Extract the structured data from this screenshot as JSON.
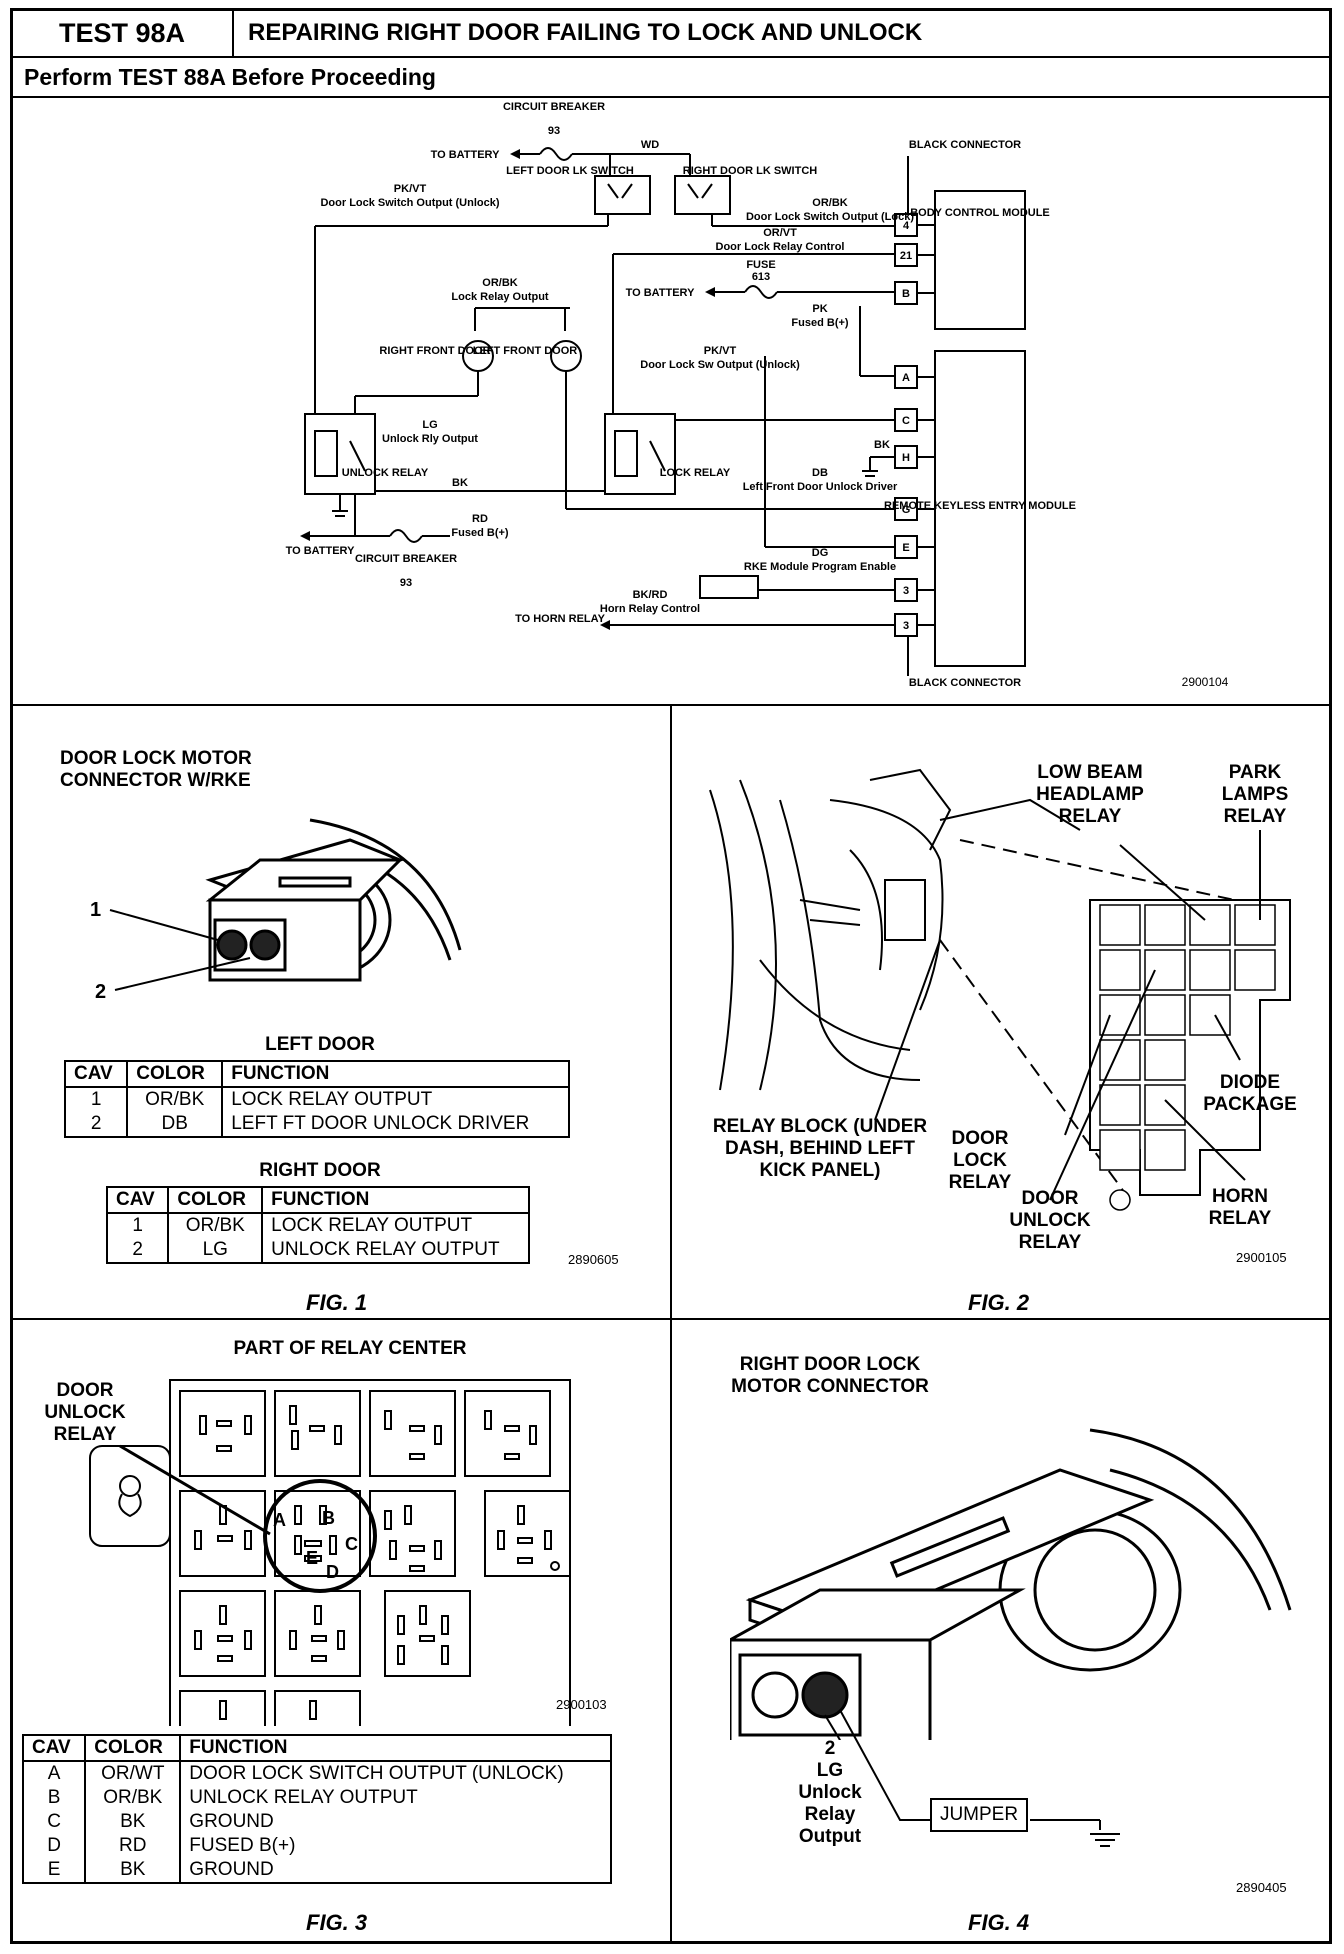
{
  "header": {
    "test_id": "TEST 98A",
    "title": "REPAIRING RIGHT DOOR FAILING TO LOCK AND UNLOCK",
    "subtitle": "Perform TEST 88A Before Proceeding"
  },
  "schematic": {
    "id": "2900104",
    "labels": {
      "cb_top": "CIRCUIT BREAKER",
      "cb_top_num": "93",
      "to_battery_1": "TO BATTERY",
      "to_battery_2": "TO BATTERY",
      "to_battery_3": "TO BATTERY",
      "wd": "WD",
      "left_door_lk_switch": "LEFT DOOR LK SWITCH",
      "right_door_lk_switch": "RIGHT DOOR LK SWITCH",
      "black_connector_top": "BLACK CONNECTOR",
      "black_connector_bottom": "BLACK CONNECTOR",
      "pkvt_color_1": "PK/VT",
      "pkvt_func_1": "Door Lock Switch Output (Unlock)",
      "orbk_color_1": "OR/BK",
      "orbk_func_1": "Door Lock Switch Output (Lock)",
      "orvt_color": "OR/VT",
      "orvt_func": "Door Lock Relay Control",
      "fuse": "FUSE",
      "fuse_num": "613",
      "orbk_color_2": "OR/BK",
      "orbk_func_2": "Lock Relay Output",
      "pk_color": "PK",
      "pk_func": "Fused B(+)",
      "right_front_door": "RIGHT FRONT DOOR",
      "left_front_door": "LEFT FRONT DOOR",
      "pkvt_color_2": "PK/VT",
      "pkvt_func_2": "Door Lock Sw Output (Unlock)",
      "lg_color": "LG",
      "lg_func": "Unlock Rly Output",
      "unlock_relay": "UNLOCK RELAY",
      "lock_relay": "LOCK RELAY",
      "bk_1": "BK",
      "bk_2": "BK",
      "db_color": "DB",
      "db_func": "Left Front Door Unlock Driver",
      "rd_color": "RD",
      "rd_func": "Fused B(+)",
      "cb_bottom": "CIRCUIT BREAKER",
      "cb_bottom_num": "93",
      "body_control_module": "BODY CONTROL MODULE",
      "rke_module": "REMOTE KEYLESS ENTRY MODULE",
      "dg_color": "DG",
      "dg_func": "RKE Module Program Enable",
      "bkrd_color": "BK/RD",
      "bkrd_func": "Horn Relay Control",
      "to_horn_relay": "TO HORN RELAY",
      "pin_4": "4",
      "pin_21": "21",
      "pin_b": "B",
      "pin_a": "A",
      "pin_c": "C",
      "pin_h": "H",
      "pin_g": "G",
      "pin_e": "E",
      "pin_3a": "3",
      "pin_3b": "3"
    }
  },
  "fig1": {
    "caption": "FIG. 1",
    "title": "DOOR LOCK MOTOR CONNECTOR W/RKE",
    "pin1": "1",
    "pin2": "2",
    "left_door_heading": "LEFT DOOR",
    "right_door_heading": "RIGHT DOOR",
    "columns": [
      "CAV",
      "COLOR",
      "FUNCTION"
    ],
    "left_rows": [
      {
        "cav": "1",
        "color": "OR/BK",
        "function": "LOCK RELAY OUTPUT"
      },
      {
        "cav": "2",
        "color": "DB",
        "function": "LEFT FT DOOR UNLOCK DRIVER"
      }
    ],
    "right_rows": [
      {
        "cav": "1",
        "color": "OR/BK",
        "function": "LOCK RELAY OUTPUT"
      },
      {
        "cav": "2",
        "color": "LG",
        "function": "UNLOCK RELAY OUTPUT"
      }
    ],
    "id": "2890605"
  },
  "fig2": {
    "caption": "FIG. 2",
    "low_beam": "LOW BEAM HEADLAMP RELAY",
    "park_lamps": "PARK LAMPS RELAY",
    "diode_package": "DIODE PACKAGE",
    "relay_block": "RELAY BLOCK (UNDER DASH, BEHIND LEFT KICK PANEL)",
    "door_lock_relay": "DOOR LOCK RELAY",
    "door_unlock_relay": "DOOR UNLOCK RELAY",
    "horn_relay": "HORN RELAY",
    "id": "2900105"
  },
  "fig3": {
    "caption": "FIG. 3",
    "title": "PART OF RELAY CENTER",
    "door_unlock_relay": "DOOR UNLOCK RELAY",
    "pin_a": "A",
    "pin_b": "B",
    "pin_c": "C",
    "pin_d": "D",
    "pin_e": "E",
    "id": "2900103",
    "columns": [
      "CAV",
      "COLOR",
      "FUNCTION"
    ],
    "rows": [
      {
        "cav": "A",
        "color": "OR/WT",
        "function": "DOOR LOCK SWITCH OUTPUT (UNLOCK)"
      },
      {
        "cav": "B",
        "color": "OR/BK",
        "function": "UNLOCK RELAY OUTPUT"
      },
      {
        "cav": "C",
        "color": "BK",
        "function": "GROUND"
      },
      {
        "cav": "D",
        "color": "RD",
        "function": "FUSED B(+)"
      },
      {
        "cav": "E",
        "color": "BK",
        "function": "GROUND"
      }
    ]
  },
  "fig4": {
    "caption": "FIG. 4",
    "title": "RIGHT DOOR LOCK MOTOR CONNECTOR",
    "pin_label": "2",
    "wire_color": "LG",
    "wire_func_1": "Unlock",
    "wire_func_2": "Relay",
    "wire_func_3": "Output",
    "jumper": "JUMPER",
    "id": "2890405"
  }
}
